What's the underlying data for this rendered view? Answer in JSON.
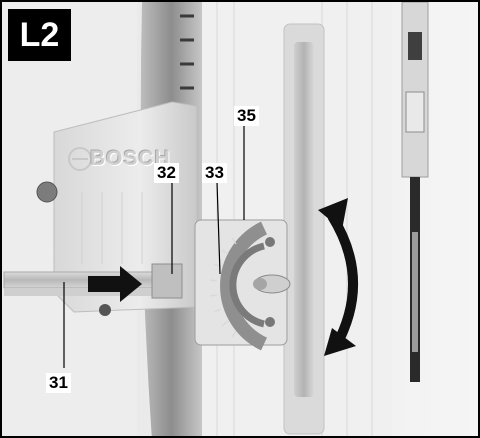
{
  "figure": {
    "label": "L2",
    "brand": "BOSCH"
  },
  "callouts": {
    "c31": "31",
    "c32": "32",
    "c33": "33",
    "c35": "35"
  },
  "icons": {
    "push_arrow": "right-arrow-icon",
    "rotate_arrow": "double-curved-arrow-icon"
  },
  "colors": {
    "label_bg": "#000000",
    "label_fg": "#ffffff",
    "arrow": "#111111"
  }
}
